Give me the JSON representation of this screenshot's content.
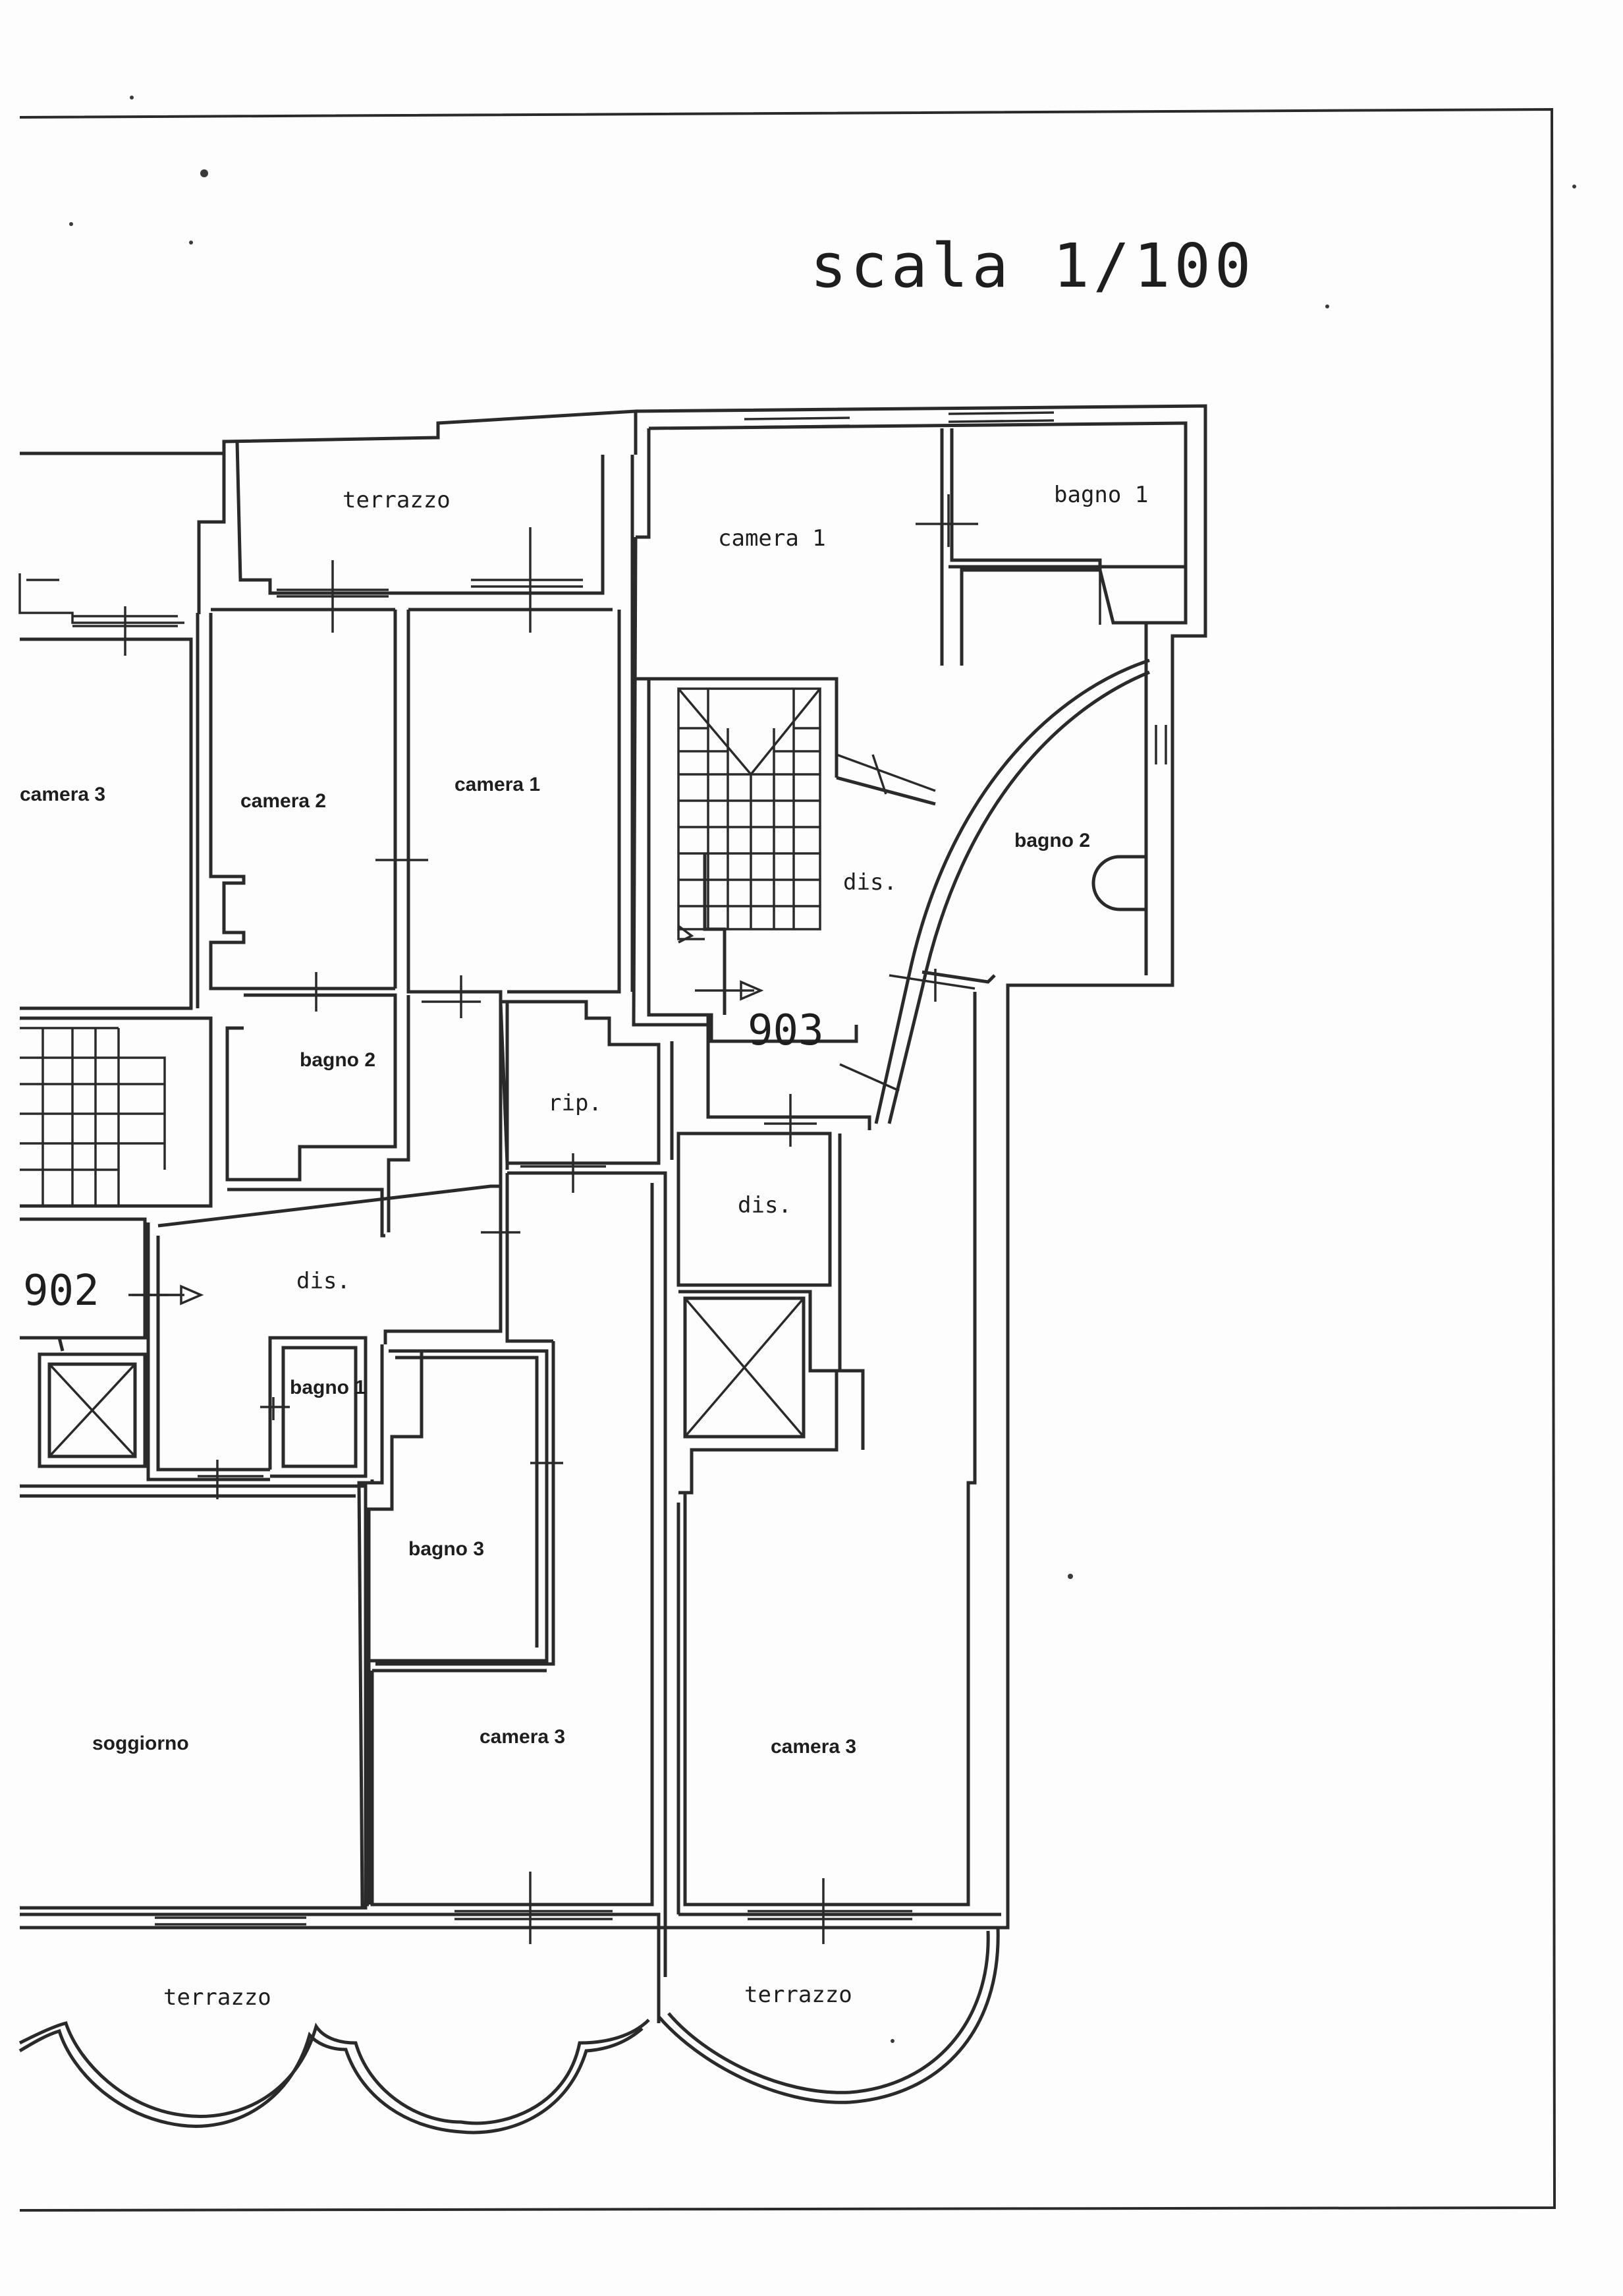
{
  "scale_label": "scala 1/100",
  "units": {
    "unit_903": "903",
    "unit_902": "902"
  },
  "rooms": {
    "terrazzo_top": "terrazzo",
    "camera1_right": "camera 1",
    "bagno1_right": "bagno 1",
    "camera3_left": "camera 3",
    "camera2": "camera 2",
    "camera1_center": "camera 1",
    "dis_stair": "dis.",
    "bagno2_right": "bagno 2",
    "bagno2_left": "bagno 2",
    "rip": "rip.",
    "dis_center": "dis.",
    "dis_left": "dis.",
    "bagno1_left": "bagno 1",
    "bagno3": "bagno 3",
    "soggiorno": "soggiorno",
    "camera3_center": "camera 3",
    "camera3_right": "camera 3",
    "terrazzo_bottom_left": "terrazzo",
    "terrazzo_bottom_right": "terrazzo"
  },
  "colors": {
    "ink": "#2a2a2a",
    "paper": "#fdfdfd"
  }
}
